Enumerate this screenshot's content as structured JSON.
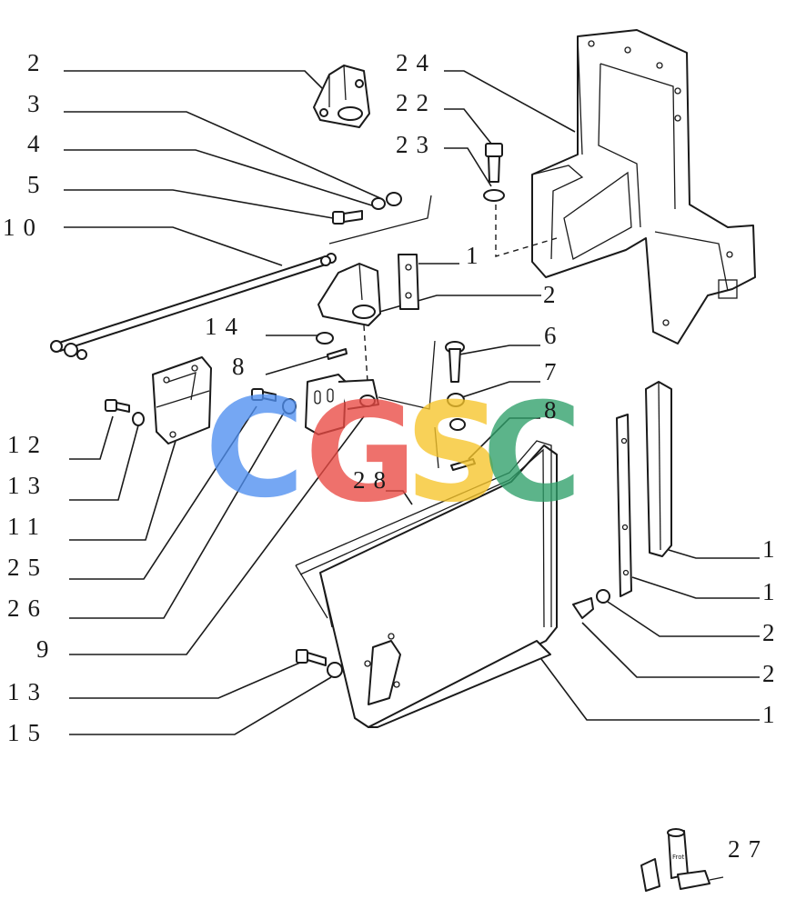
{
  "watermark": {
    "letters": [
      "C",
      "G",
      "S",
      "C"
    ],
    "colors": [
      "#4f8ff0",
      "#ea4a44",
      "#f7c52a",
      "#2fa06a"
    ]
  },
  "callouts": {
    "left": [
      "2",
      "3",
      "4",
      "5",
      "10",
      "14",
      "8",
      "12",
      "13",
      "11",
      "25",
      "26",
      "9",
      "13",
      "15"
    ],
    "center": [
      "24",
      "22",
      "23",
      "1",
      "2",
      "6",
      "7",
      "8",
      "28"
    ],
    "right": [
      "1",
      "1",
      "2",
      "2",
      "1"
    ],
    "inset": "27"
  },
  "inset": {
    "label": "Frot"
  }
}
